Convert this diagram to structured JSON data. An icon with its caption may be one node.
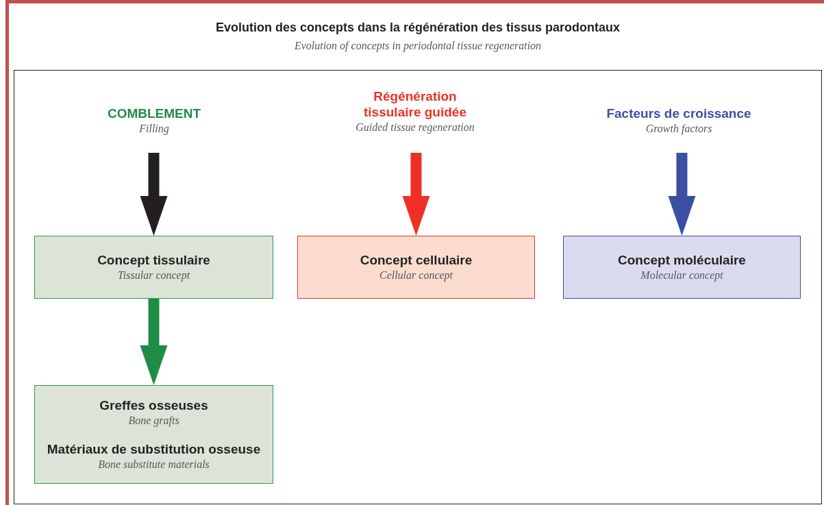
{
  "diagram": {
    "title": "Evolution des concepts dans la régénération des tissus parodontaux",
    "nodes": [
      {
        "text": [
          "COMBLEMENT",
          "Filling"
        ]
      },
      {
        "text": [
          "Régénération tissulaire guidée",
          "Guided tissue regeneration"
        ]
      },
      {
        "text": [
          "Facteurs de croissance",
          "Growth factors"
        ]
      },
      {
        "text": [
          "Concept tissulaire",
          "Tissular concept"
        ]
      },
      {
        "text": [
          "Concept cellulaire",
          "Cellular concept"
        ]
      },
      {
        "text": [
          "Concept moléculaire",
          "Molecular concept"
        ]
      },
      {
        "text": [
          "Greffes osseuses",
          "Bone grafts",
          "Matériaux de substitution osseuse",
          "Bone substitute materials"
        ]
      }
    ],
    "edges": [
      {
        "from": 0,
        "to": 3,
        "arrow": "to",
        "color": "#231f20"
      },
      {
        "from": 1,
        "to": 4,
        "arrow": "to",
        "color": "#ee3124"
      },
      {
        "from": 2,
        "to": 5,
        "arrow": "to",
        "color": "#3b4fa3"
      },
      {
        "from": 3,
        "to": 6,
        "arrow": "to",
        "color": "#1e8c45"
      }
    ],
    "labels": [
      "Evolution of concepts in periodontal tissue regeneration"
    ]
  }
}
